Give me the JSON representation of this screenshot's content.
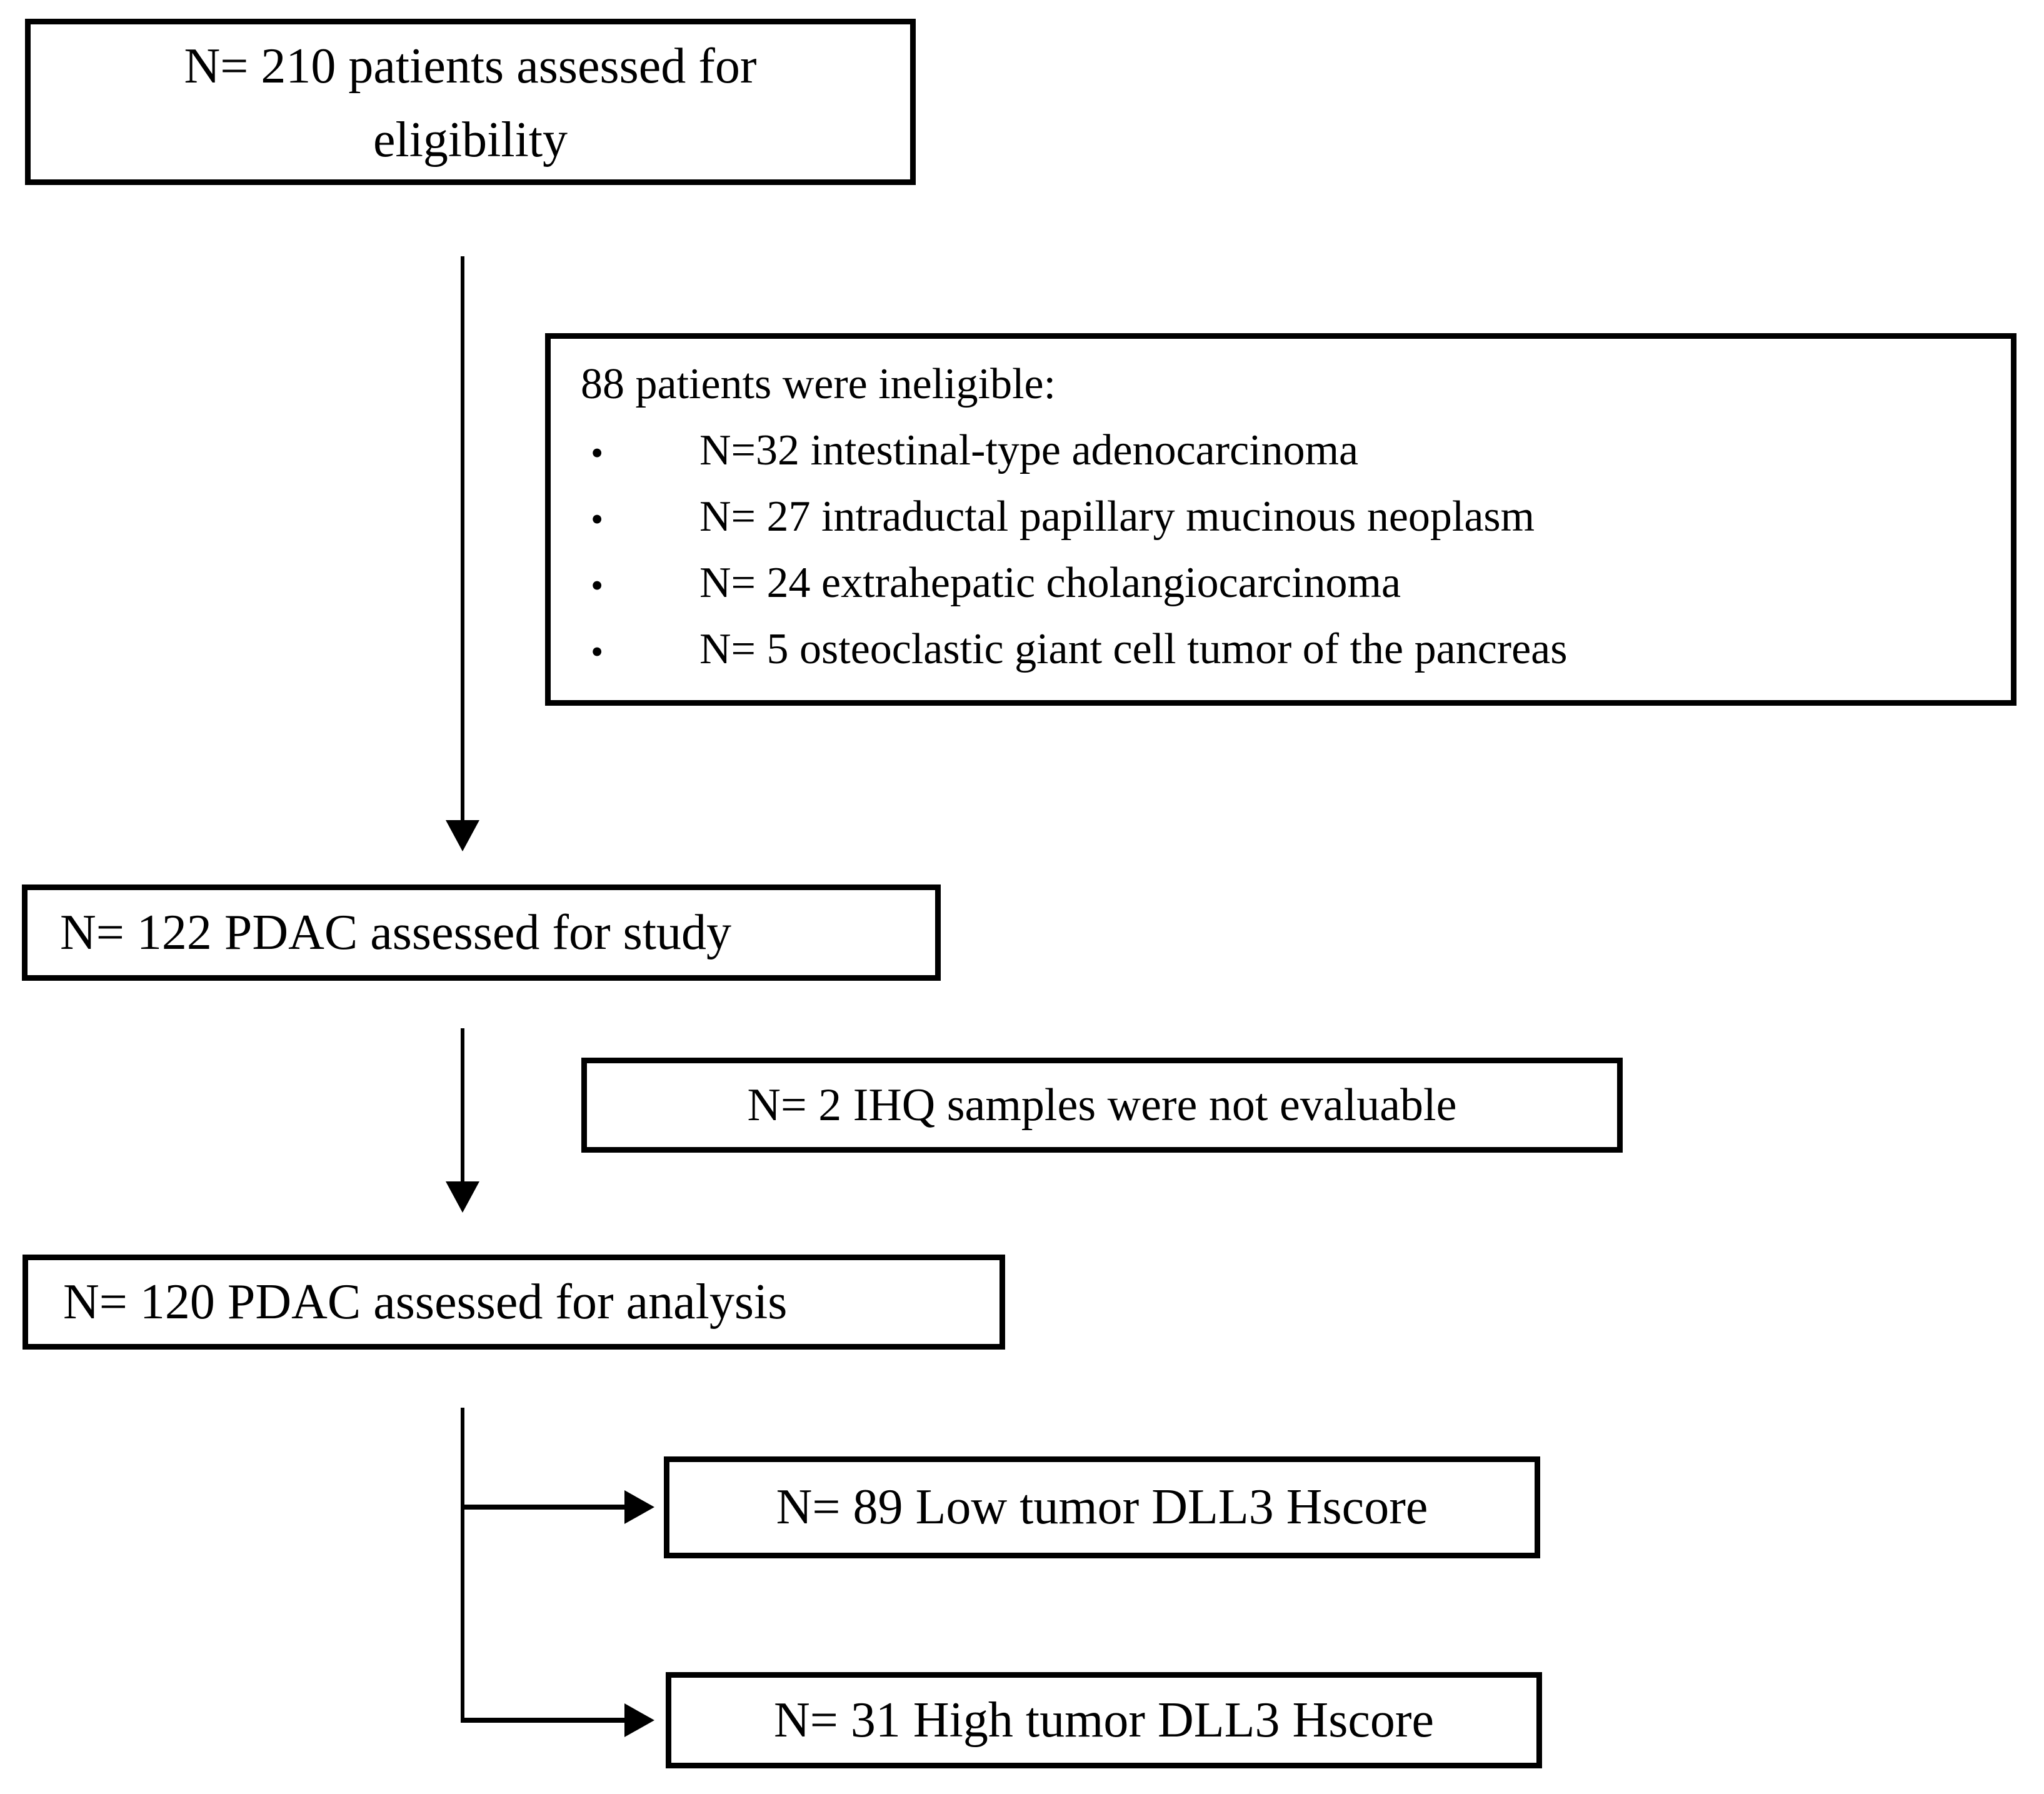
{
  "flowchart": {
    "eligibility_box": {
      "line1": "N= 210 patients assessed for",
      "line2": "eligibility"
    },
    "ineligible_box": {
      "header": "88 patients were ineligible:",
      "bullets": [
        "N=32 intestinal-type adenocarcinoma",
        "N= 27 intraductal papillary mucinous neoplasm",
        "N= 24 extrahepatic cholangiocarcinoma",
        "N= 5 osteoclastic giant cell tumor of the pancreas"
      ]
    },
    "study_box": {
      "text": "N= 122 PDAC assessed for study"
    },
    "ihq_box": {
      "text": "N= 2 IHQ samples were not evaluable"
    },
    "analysis_box": {
      "text": "N= 120 PDAC assessed for analysis"
    },
    "low_box": {
      "text": "N= 89 Low tumor DLL3 Hscore"
    },
    "high_box": {
      "text": "N= 31 High tumor DLL3 Hscore"
    },
    "colors": {
      "border": "#000000",
      "background": "#ffffff",
      "text": "#000000"
    }
  }
}
